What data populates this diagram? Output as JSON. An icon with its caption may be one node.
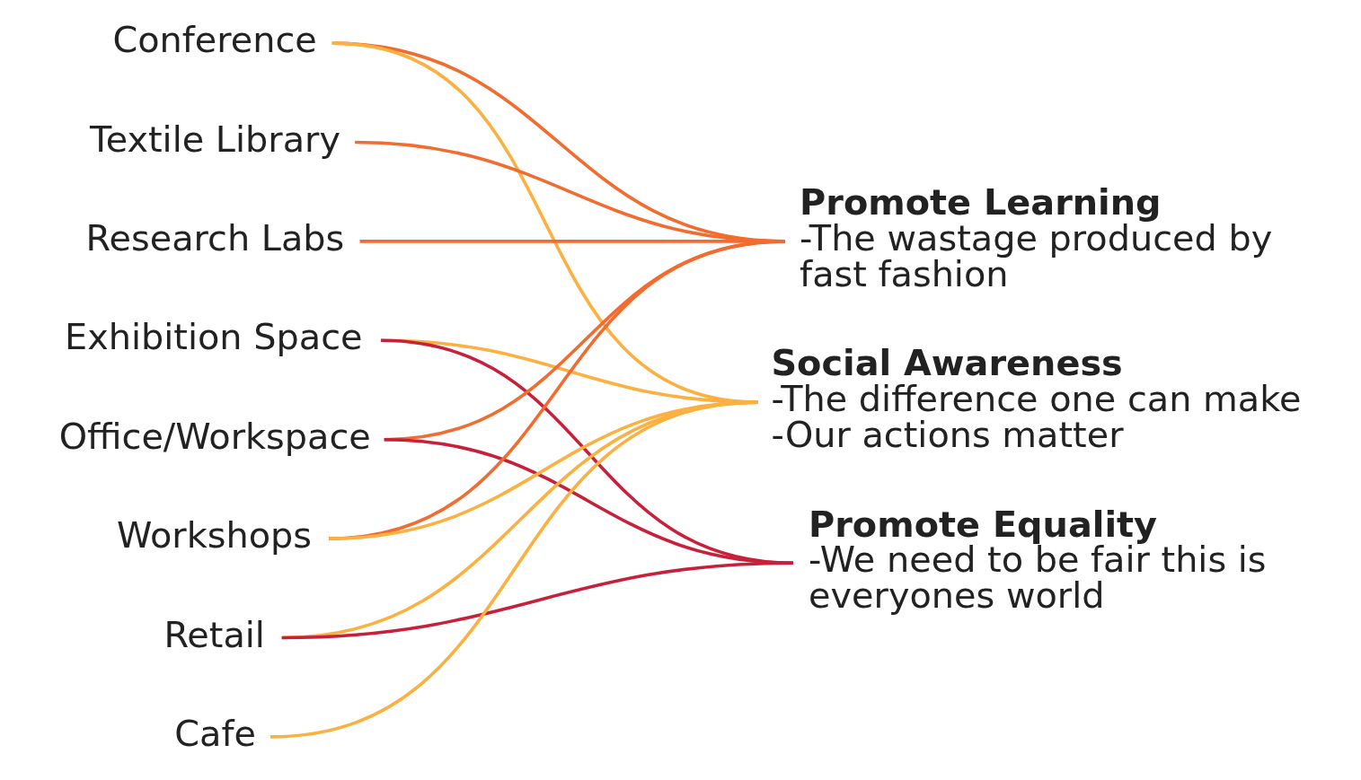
{
  "diagram": {
    "nodes": [
      {
        "text": [
          "Conference"
        ]
      },
      {
        "text": [
          "Textile Library"
        ]
      },
      {
        "text": [
          "Research Labs"
        ]
      },
      {
        "text": [
          "Exhibition Space"
        ]
      },
      {
        "text": [
          "Office/Workspace"
        ]
      },
      {
        "text": [
          "Workshops"
        ]
      },
      {
        "text": [
          "Retail"
        ]
      },
      {
        "text": [
          "Cafe"
        ]
      },
      {
        "text": [
          "Promote Learning",
          "-The wastage produced by fast fashion"
        ]
      },
      {
        "text": [
          "Social Awareness",
          "-The difference one can make",
          "-Our actions matter"
        ]
      },
      {
        "text": [
          "Promote Equality",
          "-We need to be fair this is everyones world"
        ]
      }
    ],
    "edges": [
      {
        "from": 0,
        "to": 8,
        "arrow": "none",
        "color": "#f26b2f"
      },
      {
        "from": 1,
        "to": 8,
        "arrow": "none",
        "color": "#f26b2f"
      },
      {
        "from": 2,
        "to": 8,
        "arrow": "none",
        "color": "#f26b2f"
      },
      {
        "from": 4,
        "to": 8,
        "arrow": "none",
        "color": "#f26b2f"
      },
      {
        "from": 5,
        "to": 8,
        "arrow": "none",
        "color": "#f26b2f"
      },
      {
        "from": 0,
        "to": 9,
        "arrow": "none",
        "color": "#fbb040"
      },
      {
        "from": 3,
        "to": 9,
        "arrow": "none",
        "color": "#fbb040"
      },
      {
        "from": 5,
        "to": 9,
        "arrow": "none",
        "color": "#fbb040"
      },
      {
        "from": 6,
        "to": 9,
        "arrow": "none",
        "color": "#fbb040"
      },
      {
        "from": 7,
        "to": 9,
        "arrow": "none",
        "color": "#fbb040"
      },
      {
        "from": 3,
        "to": 10,
        "arrow": "none",
        "color": "#c8203a"
      },
      {
        "from": 4,
        "to": 10,
        "arrow": "none",
        "color": "#c8203a"
      },
      {
        "from": 6,
        "to": 10,
        "arrow": "none",
        "color": "#c8203a"
      }
    ]
  }
}
